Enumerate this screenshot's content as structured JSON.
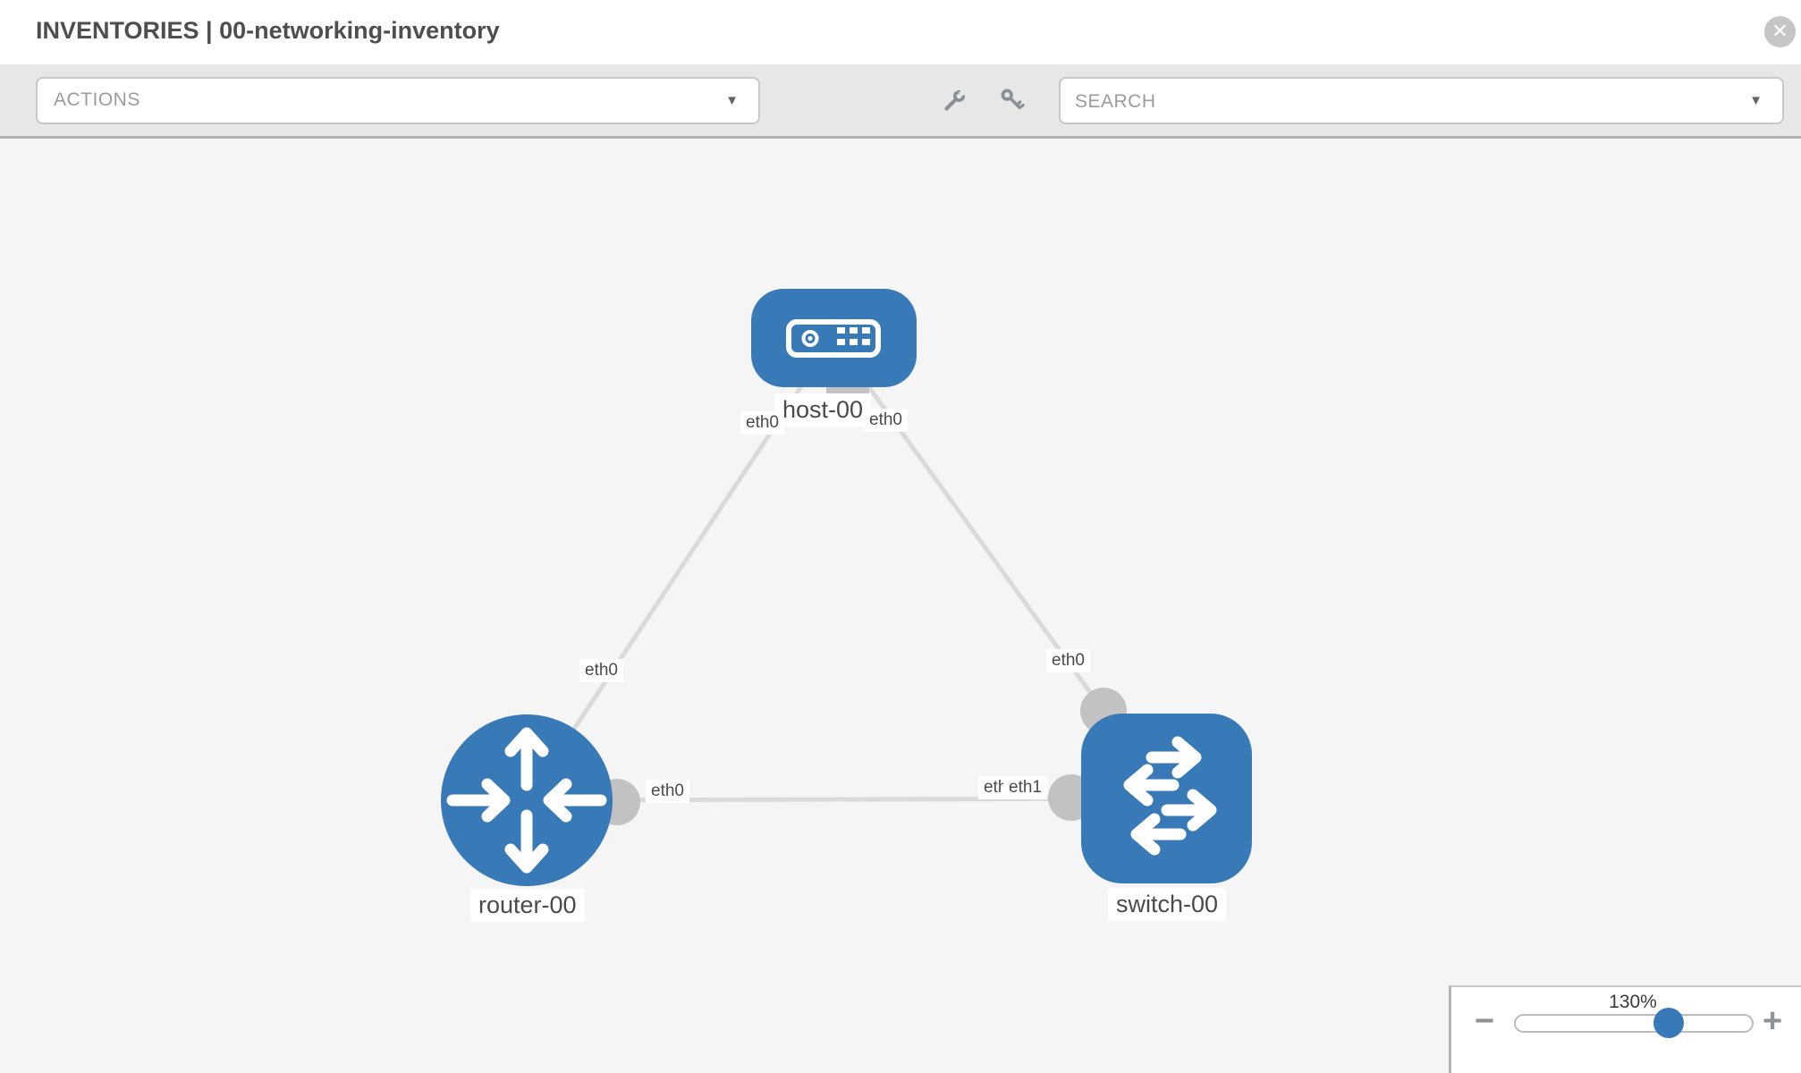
{
  "header": {
    "title": "INVENTORIES | 00-networking-inventory",
    "close_glyph": "✕"
  },
  "toolbar": {
    "actions_label": "ACTIONS",
    "search_placeholder": "SEARCH",
    "caret_glyph": "▼"
  },
  "topology": {
    "nodes": {
      "host": {
        "label": "host-00",
        "type": "host"
      },
      "router": {
        "label": "router-00",
        "type": "router"
      },
      "switch": {
        "label": "switch-00",
        "type": "switch"
      }
    },
    "interfaces": {
      "host_to_router": "eth0",
      "host_to_switch": "eth0",
      "router_to_host": "eth0",
      "router_to_switch": "eth0",
      "switch_to_host": "eth0",
      "switch_to_router": "eth1",
      "switch_to_router_hidden": "eth0"
    },
    "links": [
      {
        "from": "host-00",
        "to": "router-00"
      },
      {
        "from": "host-00",
        "to": "switch-00"
      },
      {
        "from": "router-00",
        "to": "switch-00"
      }
    ]
  },
  "zoom_panel": {
    "level": "130%",
    "minus_glyph": "−",
    "plus_glyph": "+"
  },
  "colors": {
    "node_blue": "#3879b8",
    "port_gray": "#c2c2c2",
    "link_gray": "#dadada",
    "canvas_bg": "#f5f5f5",
    "toolbar_bg": "#e7e7e7"
  }
}
